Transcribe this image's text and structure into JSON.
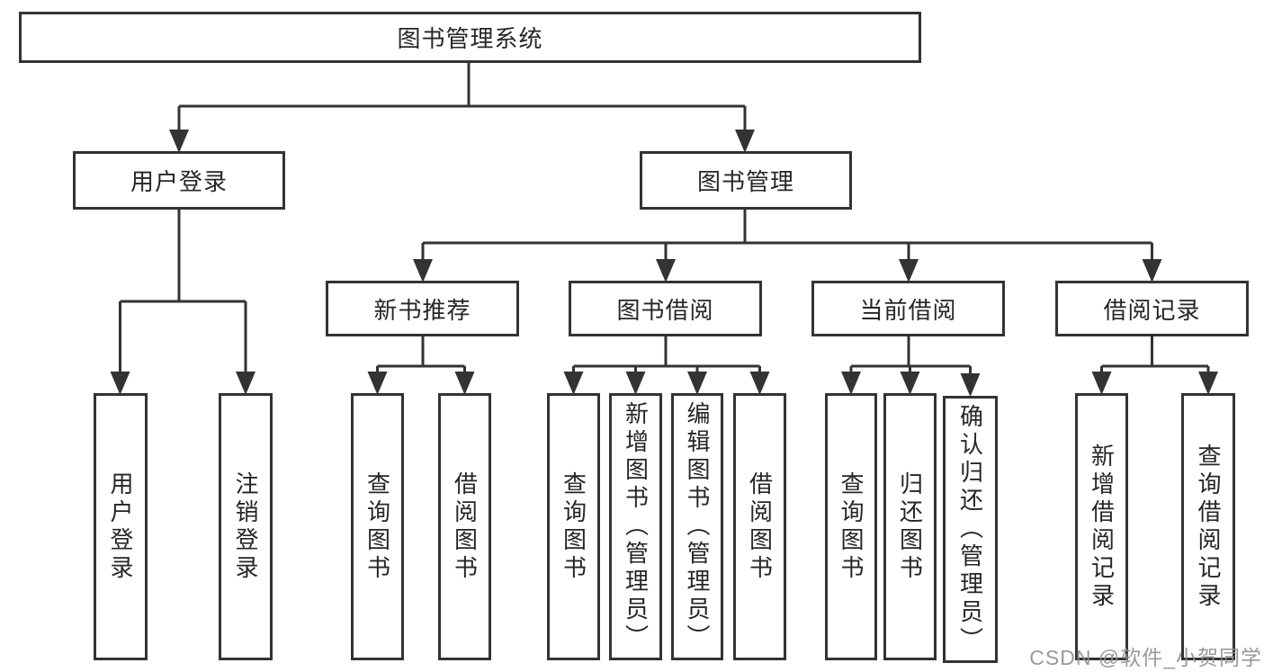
{
  "colors": {
    "line": "#333333",
    "text": "#262626",
    "background": "#ffffff",
    "watermark": "#8f8f8f"
  },
  "tree": {
    "root": {
      "label": "图书管理系统"
    },
    "branches": [
      {
        "label": "用户登录",
        "children": [
          "用户登录",
          "注销登录"
        ]
      },
      {
        "label": "图书管理",
        "children": [
          {
            "label": "新书推荐",
            "children": [
              "查询图书",
              "借阅图书"
            ]
          },
          {
            "label": "图书借阅",
            "children": [
              "查询图书",
              "新增图书（管理员）",
              "编辑图书（管理员）",
              "借阅图书"
            ]
          },
          {
            "label": "当前借阅",
            "children": [
              "查询图书",
              "归还图书",
              "确认归还（管理员）"
            ]
          },
          {
            "label": "借阅记录",
            "children": [
              "新增借阅记录",
              "查询借阅记录"
            ]
          }
        ]
      }
    ]
  },
  "watermark": {
    "text": "CSDN @软件_小贺同学"
  }
}
